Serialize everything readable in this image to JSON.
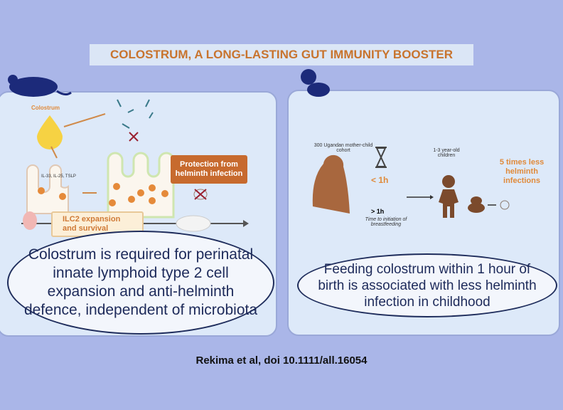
{
  "title": "COLOSTRUM, A LONG-LASTING GUT IMMUNITY BOOSTER",
  "left": {
    "colostrum_label": "Colostrum",
    "cytokines": "IL-33, IL-25, TSLP",
    "protection": "Protection from helminth infection",
    "ilc2": "ILC2  expansion and survival",
    "summary": "Colostrum is required for perinatal innate lymphoid type 2 cell expansion and anti-helminth defence, independent of microbiota"
  },
  "right": {
    "cohort": "300 Ugandan mother-child cohort",
    "lt1h": "< 1h",
    "gt1h": "> 1h",
    "time_label": "Time to initiation of breastfeeding",
    "children": "1-3 year-old children",
    "result": "5 times less helminth infections",
    "summary": "Feeding colostrum within 1 hour of birth is associated with less helminth infection in childhood"
  },
  "citation": "Rekima et al, doi 10.1111/all.16054"
}
